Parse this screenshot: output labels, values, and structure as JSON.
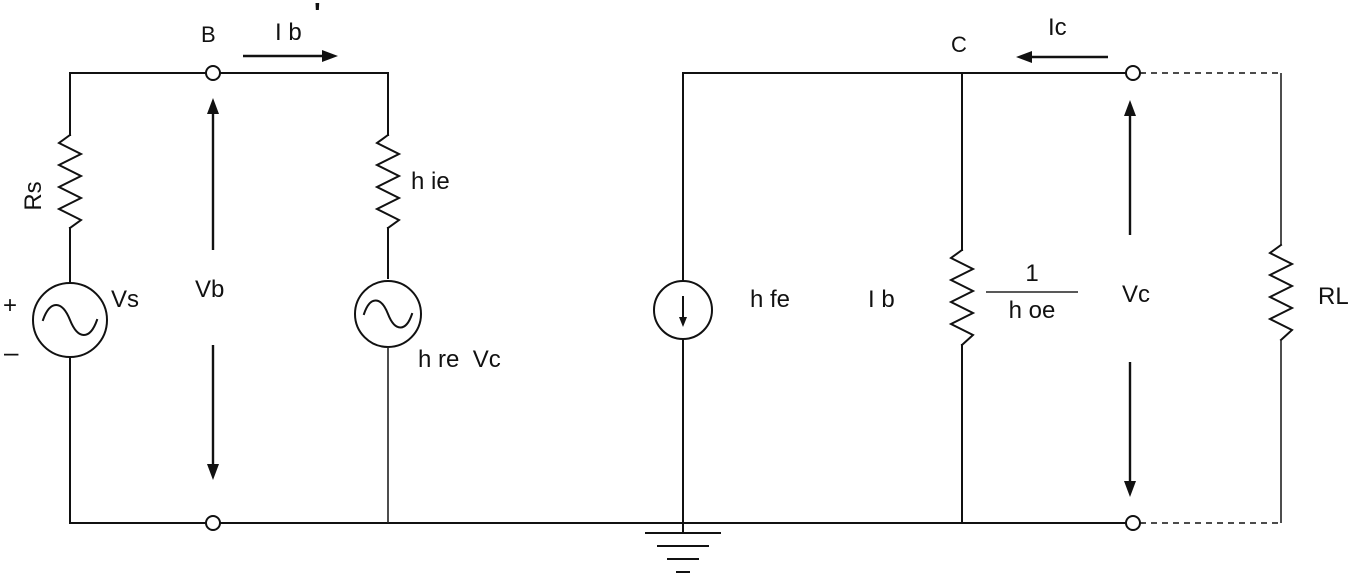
{
  "labels": {
    "node_b": "B",
    "node_c": "C",
    "ib_prime": "I b",
    "ib_prime_mark": "'",
    "ic": "Ic",
    "rs": "Rs",
    "hie": "h ie",
    "vs": "Vs",
    "plus": "+",
    "minus": "–",
    "vb": "Vb",
    "hre_vc": "h re  Vc",
    "hfe": "h fe",
    "ib": "I b",
    "hoe_num": "1",
    "hoe_den": "h oe",
    "vc": "Vc",
    "rl": "RL"
  },
  "colors": {
    "ink": "#111111",
    "background": "#ffffff"
  }
}
